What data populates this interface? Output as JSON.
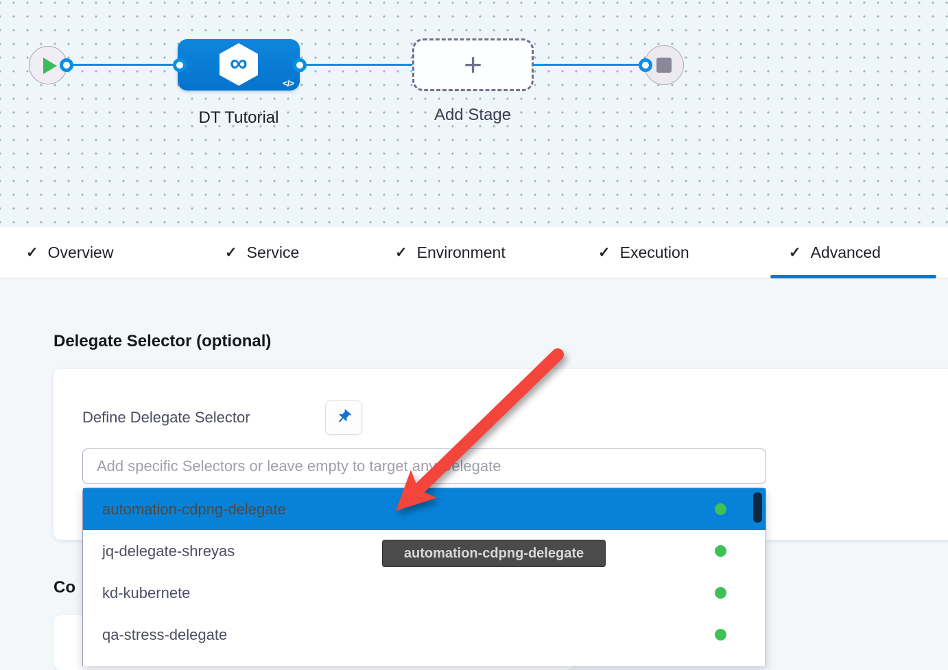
{
  "colors": {
    "accent_blue": "#0278d5",
    "edge_blue": "#0b8fe4",
    "node_blue": "#0879d2",
    "highlight_row_blue": "#0882d8",
    "status_green": "#3ec155",
    "arrow_red": "#f4453d",
    "tooltip_bg": "#4b4b4b",
    "canvas_bg": "#eef6f9",
    "content_bg": "#f3f7fa"
  },
  "icons": {
    "check": "✓",
    "plus": "+",
    "infinity": "∞",
    "code": "</>"
  },
  "pipeline": {
    "stage_label": "DT Tutorial",
    "add_stage_label": "Add Stage"
  },
  "tabs": {
    "active": "Advanced",
    "items": [
      {
        "label": "Overview"
      },
      {
        "label": "Service"
      },
      {
        "label": "Environment"
      },
      {
        "label": "Execution"
      },
      {
        "label": "Advanced"
      }
    ]
  },
  "advanced": {
    "heading": "Delegate Selector (optional)",
    "define_label": "Define Delegate Selector",
    "input_placeholder": "Add specific Selectors or leave empty to target any Delegate",
    "input_value": "",
    "partial_heading": "Co"
  },
  "dropdown": {
    "items": [
      {
        "label": "automation-cdpng-delegate",
        "status": "connected",
        "highlighted": true
      },
      {
        "label": "jq-delegate-shreyas",
        "status": "connected",
        "highlighted": false
      },
      {
        "label": "kd-kubernete",
        "status": "connected",
        "highlighted": false
      },
      {
        "label": "qa-stress-delegate",
        "status": "connected",
        "highlighted": false
      }
    ]
  },
  "tooltip": {
    "text": "automation-cdpng-delegate"
  }
}
